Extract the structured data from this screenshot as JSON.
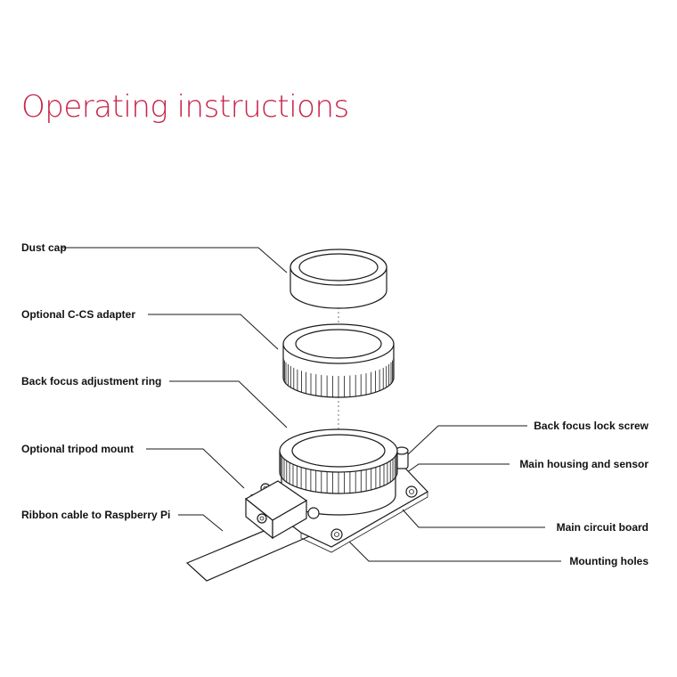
{
  "title": "Operating instructions",
  "accent_color": "#c8234a",
  "labels": {
    "dust_cap": "Dust cap",
    "c_cs_adapter": "Optional C-CS adapter",
    "back_focus_ring": "Back focus adjustment ring",
    "tripod_mount": "Optional tripod mount",
    "ribbon_cable": "Ribbon cable to Raspberry Pi",
    "lock_screw": "Back focus lock screw",
    "housing_sensor": "Main housing and sensor",
    "circuit_board": "Main circuit board",
    "mounting_holes": "Mounting holes"
  }
}
